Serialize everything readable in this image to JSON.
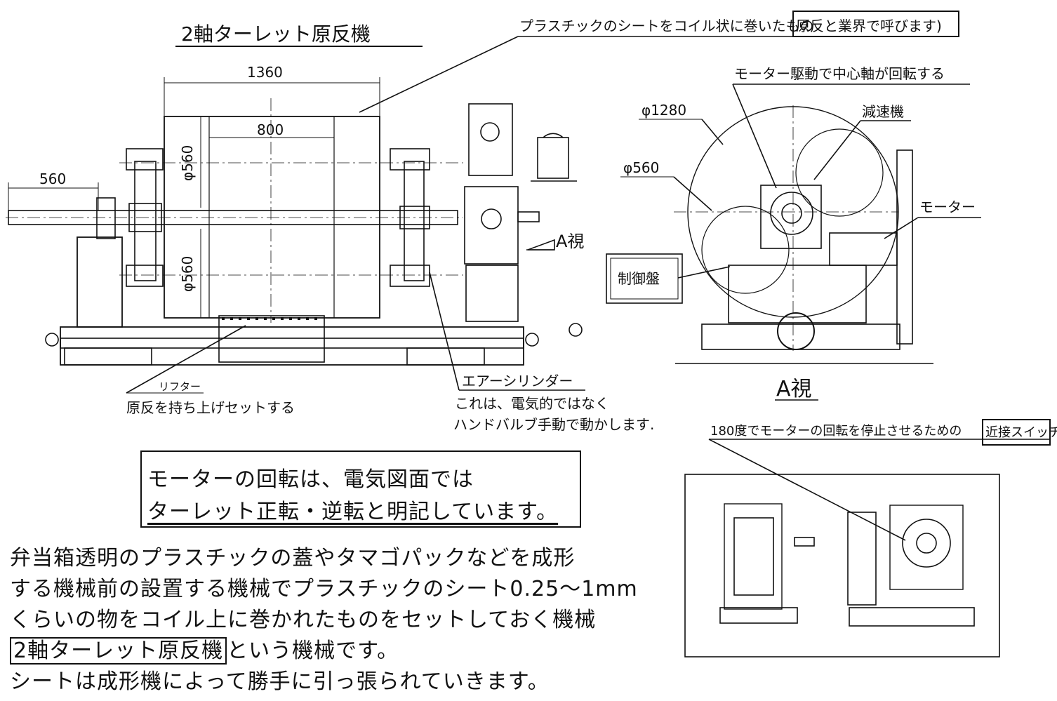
{
  "diagram": {
    "title": "2軸ターレット原反機",
    "labels": {
      "coil_note_prefix": "プラスチックのシートをコイル状に巻いたもの",
      "coil_note_boxed": "原反と業界で呼びます)",
      "dim_1360": "1360",
      "dim_800": "800",
      "dim_560_left": "560",
      "dim_phi560_upper": "φ560",
      "dim_phi560_lower": "φ560",
      "view_a_arrow": "A視",
      "lifter_title": "リフター",
      "lifter_desc": "原反を持ち上げセットする",
      "air_cylinder": "エアーシリンダー",
      "air_note_1": "これは、電気的ではなく",
      "air_note_2": "ハンドバルブ手動で動かします.",
      "motor_drive": "モーター駆動で中心軸が回転する",
      "phi1280": "φ1280",
      "reducer": "減速機",
      "phi560_side": "φ560",
      "motor": "モーター",
      "control_panel": "制御盤",
      "view_a_title": "A視",
      "prox_switch_prefix": "180度でモーターの回転を停止させるための",
      "prox_switch_boxed": "近接スイッチ"
    }
  },
  "note_box": {
    "line1": "モーターの回転は、電気図面では",
    "line2": "ターレット正転・逆転と明記しています。"
  },
  "description": {
    "line1": "弁当箱透明のプラスチックの蓋やタマゴパックなどを成形",
    "line2": "する機械前の設置する機械でプラスチックのシート0.25〜1mm",
    "line3": "くらいの物をコイル上に巻かれたものをセットしておく機械",
    "line4_boxed": "2軸ターレット原反機",
    "line4_rest": "という機械です。",
    "line5": "シートは成形機によって勝手に引っ張られていきます。"
  }
}
